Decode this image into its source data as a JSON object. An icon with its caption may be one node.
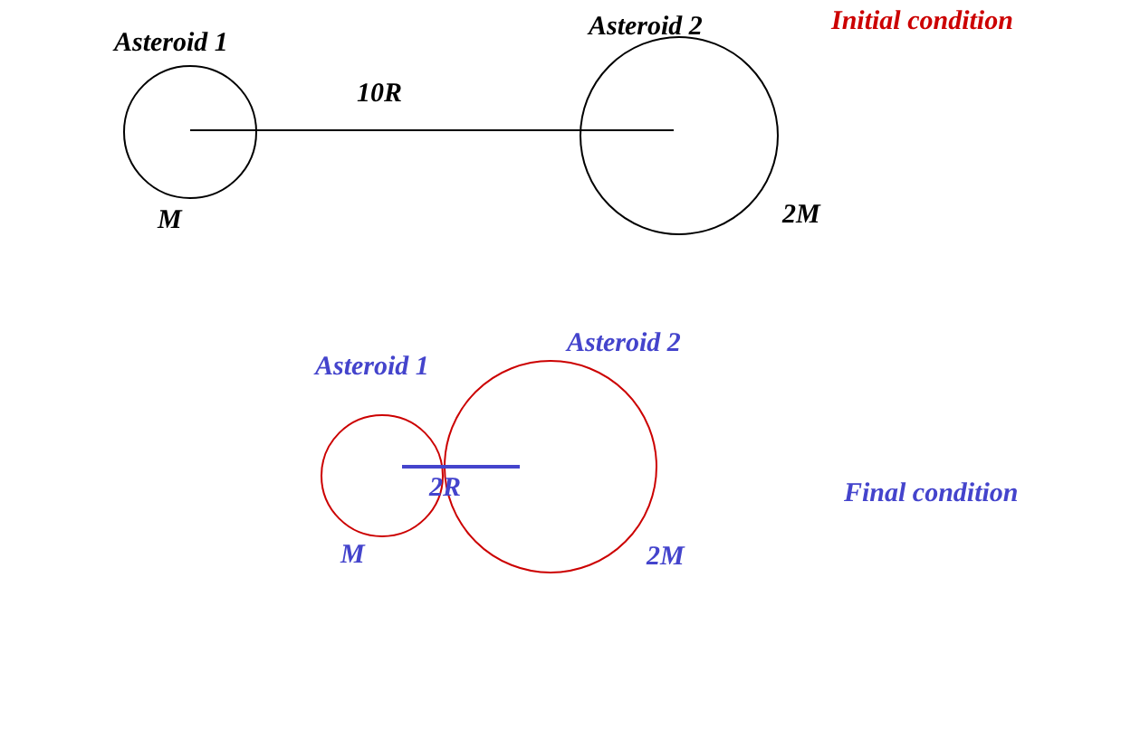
{
  "diagram": {
    "nodes": [
      {
        "text": [
          "Asteroid 1"
        ],
        "beside": [
          "M"
        ]
      },
      {
        "text": [
          "Asteroid 2"
        ],
        "beside": [
          "2M"
        ]
      },
      {
        "text": [
          "Asteroid 1"
        ],
        "beside": [
          "M"
        ]
      },
      {
        "text": [
          "Asteroid 2"
        ],
        "beside": [
          "2M"
        ]
      }
    ],
    "labels": [
      "Initial condition",
      "10R",
      "2R",
      "Final condition"
    ]
  }
}
